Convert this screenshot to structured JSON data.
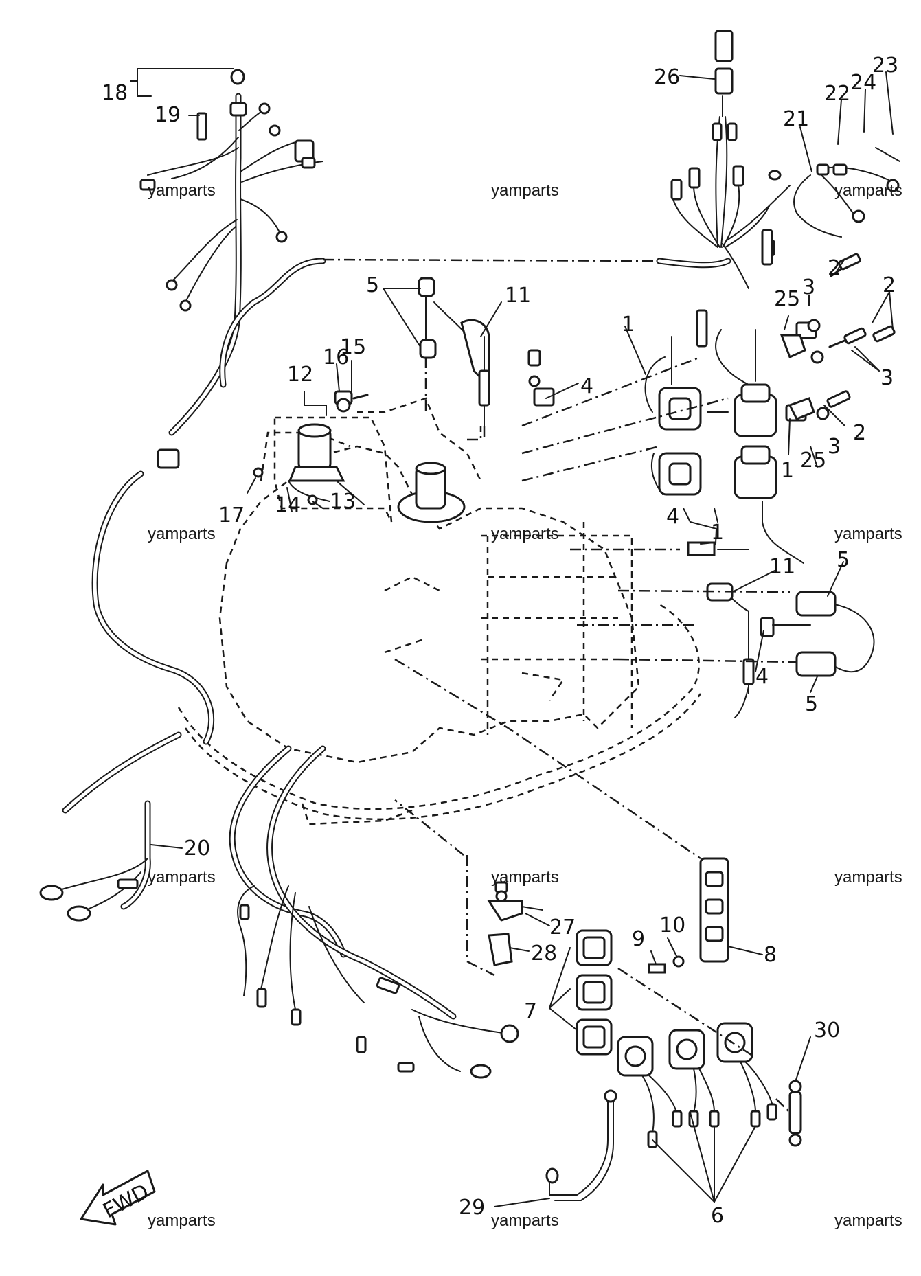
{
  "diagram": {
    "callouts": [
      {
        "id": "c18",
        "text": "18"
      },
      {
        "id": "c19",
        "text": "19"
      },
      {
        "id": "c26",
        "text": "26"
      },
      {
        "id": "c23",
        "text": "23"
      },
      {
        "id": "c24",
        "text": "24"
      },
      {
        "id": "c22",
        "text": "22"
      },
      {
        "id": "c21",
        "text": "21"
      },
      {
        "id": "c5a",
        "text": "5"
      },
      {
        "id": "c11a",
        "text": "11"
      },
      {
        "id": "c2a",
        "text": "2"
      },
      {
        "id": "c3a",
        "text": "3"
      },
      {
        "id": "c25a",
        "text": "25"
      },
      {
        "id": "c2b",
        "text": "2"
      },
      {
        "id": "c1a",
        "text": "1"
      },
      {
        "id": "c3b",
        "text": "3"
      },
      {
        "id": "c4a",
        "text": "4"
      },
      {
        "id": "c16",
        "text": "16"
      },
      {
        "id": "c15",
        "text": "15"
      },
      {
        "id": "c12",
        "text": "12"
      },
      {
        "id": "c2c",
        "text": "2"
      },
      {
        "id": "c3c",
        "text": "3"
      },
      {
        "id": "c25b",
        "text": "25"
      },
      {
        "id": "c1b",
        "text": "1"
      },
      {
        "id": "c17",
        "text": "17"
      },
      {
        "id": "c14",
        "text": "14"
      },
      {
        "id": "c13",
        "text": "13"
      },
      {
        "id": "c1c",
        "text": "1"
      },
      {
        "id": "c4b",
        "text": "4"
      },
      {
        "id": "c5b",
        "text": "5"
      },
      {
        "id": "c11b",
        "text": "11"
      },
      {
        "id": "c4c",
        "text": "4"
      },
      {
        "id": "c5c",
        "text": "5"
      },
      {
        "id": "c20",
        "text": "20"
      },
      {
        "id": "c27",
        "text": "27"
      },
      {
        "id": "c10",
        "text": "10"
      },
      {
        "id": "c9",
        "text": "9"
      },
      {
        "id": "c8",
        "text": "8"
      },
      {
        "id": "c28",
        "text": "28"
      },
      {
        "id": "c7",
        "text": "7"
      },
      {
        "id": "c30",
        "text": "30"
      },
      {
        "id": "c6",
        "text": "6"
      },
      {
        "id": "c29",
        "text": "29"
      }
    ],
    "fwd_label": "FWD",
    "watermark": "yamparts"
  }
}
